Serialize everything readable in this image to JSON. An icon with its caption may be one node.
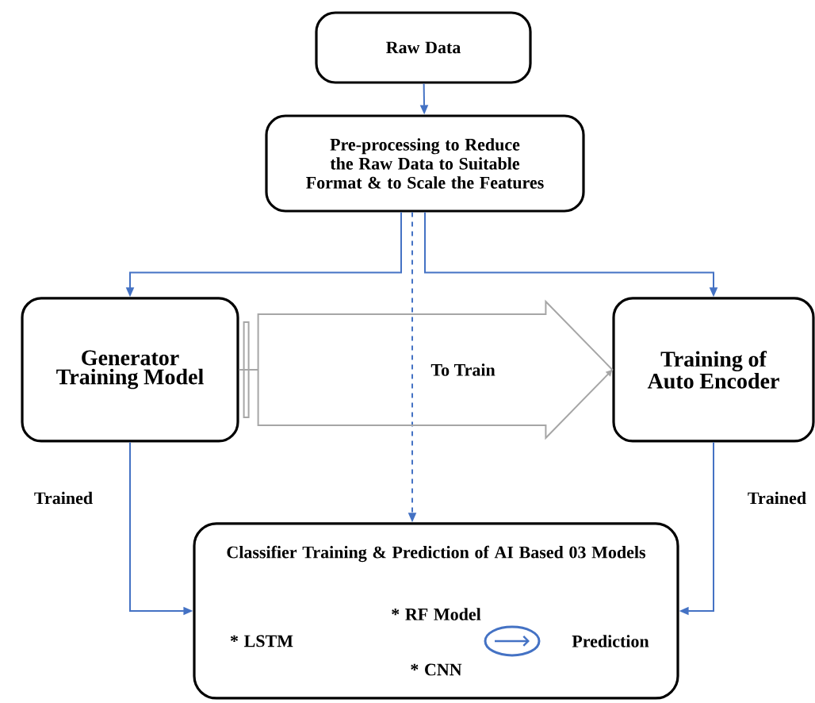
{
  "diagram": {
    "nodes": [
      {
        "text": [
          "Raw Data"
        ]
      },
      {
        "text": [
          "Pre-processing to Reduce the Raw Data to Suitable Format & to Scale the Features"
        ]
      },
      {
        "text": [
          "Generator Training Model"
        ]
      },
      {
        "text": [
          "Training of Auto Encoder"
        ]
      },
      {
        "text": [
          "Classifier Training & Prediction of AI Based 03 Models",
          "* RF Model",
          "* LSTM",
          "Prediction",
          "* CNN"
        ]
      }
    ],
    "edges": [
      {
        "from": 0,
        "to": 1,
        "arrow": "to"
      },
      {
        "from": 1,
        "to": 2,
        "arrow": "to"
      },
      {
        "from": 1,
        "to": 4,
        "arrow": "to",
        "style": "dashed"
      },
      {
        "from": 1,
        "to": 3,
        "arrow": "to"
      },
      {
        "from": 2,
        "to": 4,
        "arrow": "to",
        "label": "Trained"
      },
      {
        "from": 3,
        "to": 4,
        "arrow": "to",
        "label": "Trained"
      },
      {
        "from": 2,
        "to": 3,
        "arrow": "to",
        "label": "To Train",
        "color": "#a6a6a6"
      }
    ]
  }
}
